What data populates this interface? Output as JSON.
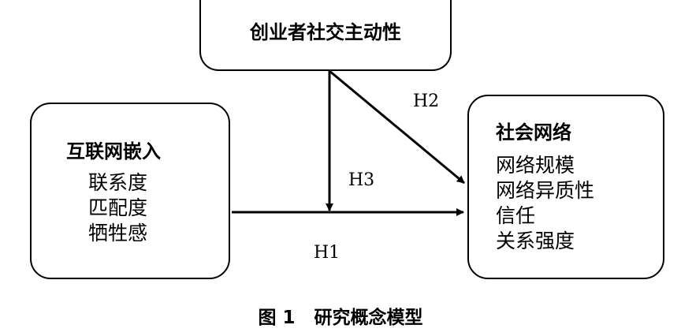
{
  "nodes": {
    "top": {
      "title": "创业者社交主动性"
    },
    "left": {
      "title": "互联网嵌入",
      "items": [
        "联系度",
        "匹配度",
        "牺牲感"
      ]
    },
    "right": {
      "title": "社会网络",
      "items": [
        "网络规模",
        "网络异质性",
        "信任",
        "关系强度"
      ]
    }
  },
  "hypotheses": {
    "h1": "H1",
    "h2": "H2",
    "h3": "H3"
  },
  "caption": "图 1   研究概念模型",
  "colors": {
    "line": "#000000",
    "background": "#ffffff"
  }
}
